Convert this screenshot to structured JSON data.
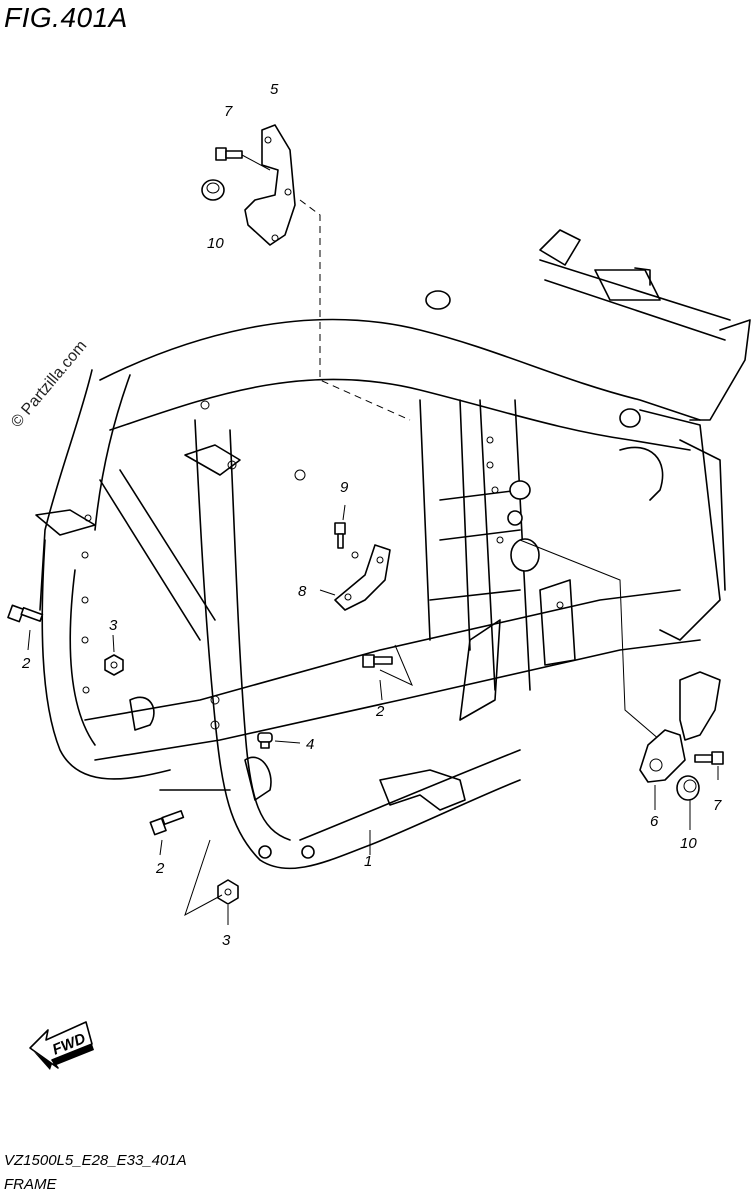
{
  "figure_title": "FIG.401A",
  "watermark": "© Partzilla.com",
  "footer": {
    "code": "VZ1500L5_E28_E33_401A",
    "name": "FRAME"
  },
  "fwd_label": "FWD",
  "callouts": {
    "c1": "1",
    "c2a": "2",
    "c2b": "2",
    "c2c": "2",
    "c3a": "3",
    "c3b": "3",
    "c4": "4",
    "c5": "5",
    "c6": "6",
    "c7a": "7",
    "c7b": "7",
    "c8": "8",
    "c9": "9",
    "c10a": "10",
    "c10b": "10"
  }
}
